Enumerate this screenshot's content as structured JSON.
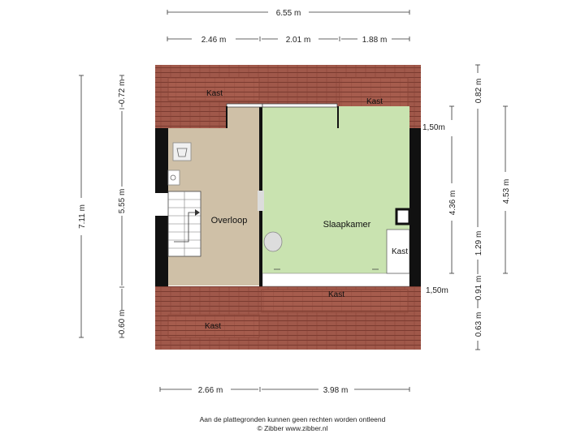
{
  "dimensions": {
    "top_total": "6.55 m",
    "top_segments": [
      "2.46 m",
      "2.01 m",
      "1.88 m"
    ],
    "bottom_segments": [
      "2.66 m",
      "3.98 m"
    ],
    "left_outer": "7.11 m",
    "left_inner": [
      "0.72 m",
      "5.55 m",
      "0.60 m"
    ],
    "right_outer": "4.53 m",
    "right_inner": [
      "0.82 m",
      "4.36 m",
      "1.29 m",
      "0.91 m",
      "0.63 m"
    ],
    "heights": [
      "1,50m",
      "1,50m"
    ]
  },
  "rooms": {
    "kast_top_left": "Kast",
    "kast_top_right": "Kast",
    "overloop": "Overloop",
    "slaapkamer": "Slaapkamer",
    "kast_side": "Kast",
    "kast_bottom_mid": "Kast",
    "kast_bottom_left": "Kast"
  },
  "colors": {
    "roof": "#a0584a",
    "bedroom": "#c9e3b0",
    "landing": "#cfc0a7",
    "wall": "#111111",
    "white": "#ffffff"
  },
  "footer": {
    "line1": "Aan de plattegronden kunnen geen rechten worden ontleend",
    "line2": "© Zibber www.zibber.nl"
  }
}
